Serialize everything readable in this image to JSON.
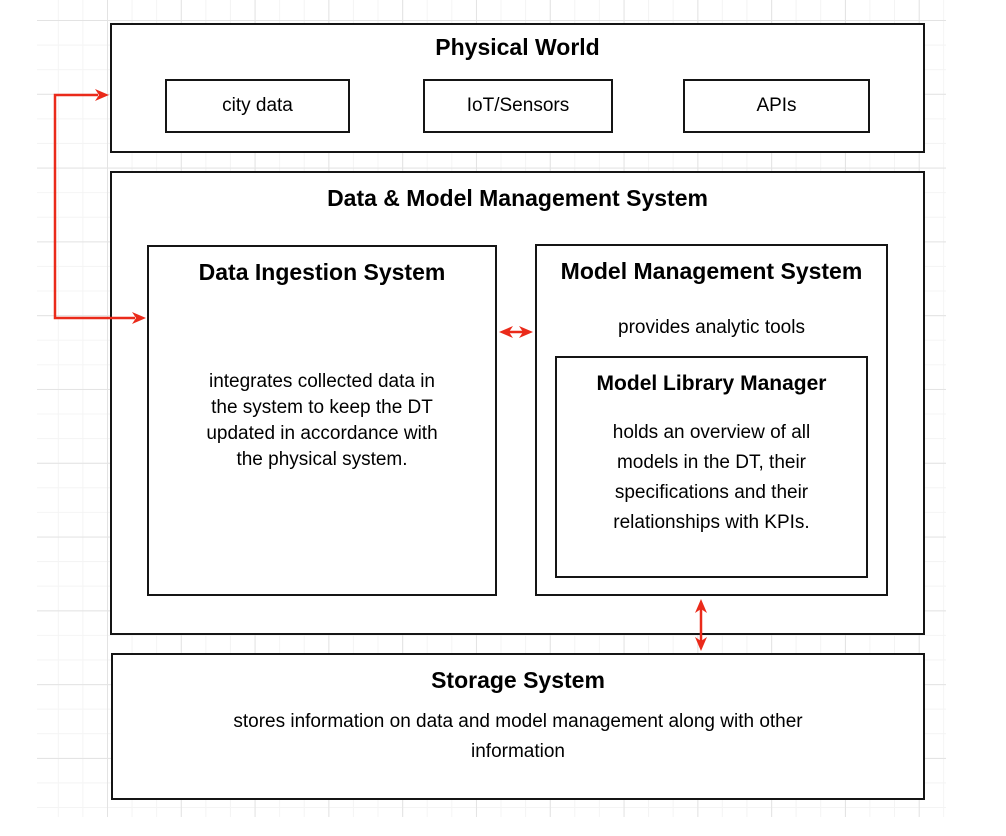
{
  "colors": {
    "arrow": "#ea2a1a",
    "shape_border": "#151515",
    "shape_fill": "#ffffff"
  },
  "physical_world": {
    "title": "Physical World",
    "children": [
      {
        "label": "city data"
      },
      {
        "label": "IoT/Sensors"
      },
      {
        "label": "APIs"
      }
    ]
  },
  "data_model_management": {
    "title": "Data & Model Management System",
    "data_ingestion": {
      "title": "Data Ingestion System",
      "description_lines": [
        "integrates collected data in",
        "the system to keep the DT",
        "updated in accordance with",
        "the physical system."
      ]
    },
    "model_management": {
      "title": "Model Management System",
      "subtitle": "provides analytic tools",
      "model_library": {
        "title": "Model Library Manager",
        "description_lines": [
          "holds an overview of all",
          "models in the DT, their",
          "specifications and their",
          "relationships with KPIs."
        ]
      }
    }
  },
  "storage": {
    "title": "Storage System",
    "description_lines": [
      "stores information on data and model management along with other",
      "information"
    ]
  },
  "connections": [
    {
      "from": "Physical World",
      "to": "Data Ingestion System",
      "style": "bidirectional-elbow"
    },
    {
      "from": "Data Ingestion System",
      "to": "Model Management System",
      "style": "bidirectional"
    },
    {
      "from": "Model Management System",
      "to": "Storage System",
      "style": "bidirectional"
    }
  ]
}
